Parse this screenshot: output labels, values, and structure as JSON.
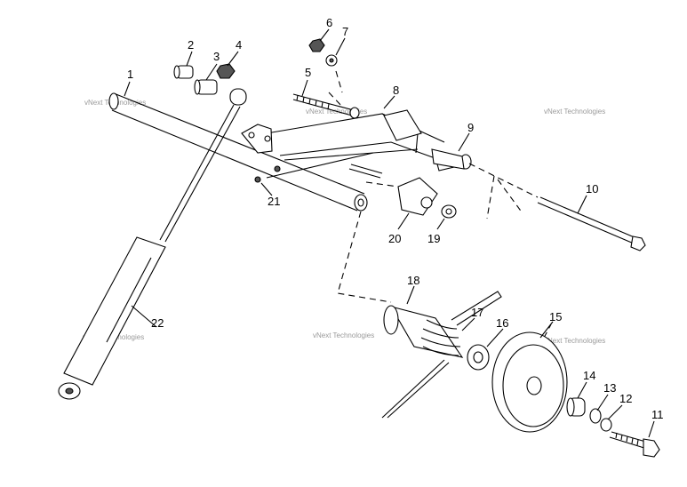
{
  "watermark": "vNext Technologies",
  "callouts": [
    "1",
    "2",
    "3",
    "4",
    "5",
    "6",
    "7",
    "8",
    "9",
    "10",
    "11",
    "12",
    "13",
    "14",
    "15",
    "16",
    "17",
    "18",
    "19",
    "20",
    "21",
    "22"
  ]
}
